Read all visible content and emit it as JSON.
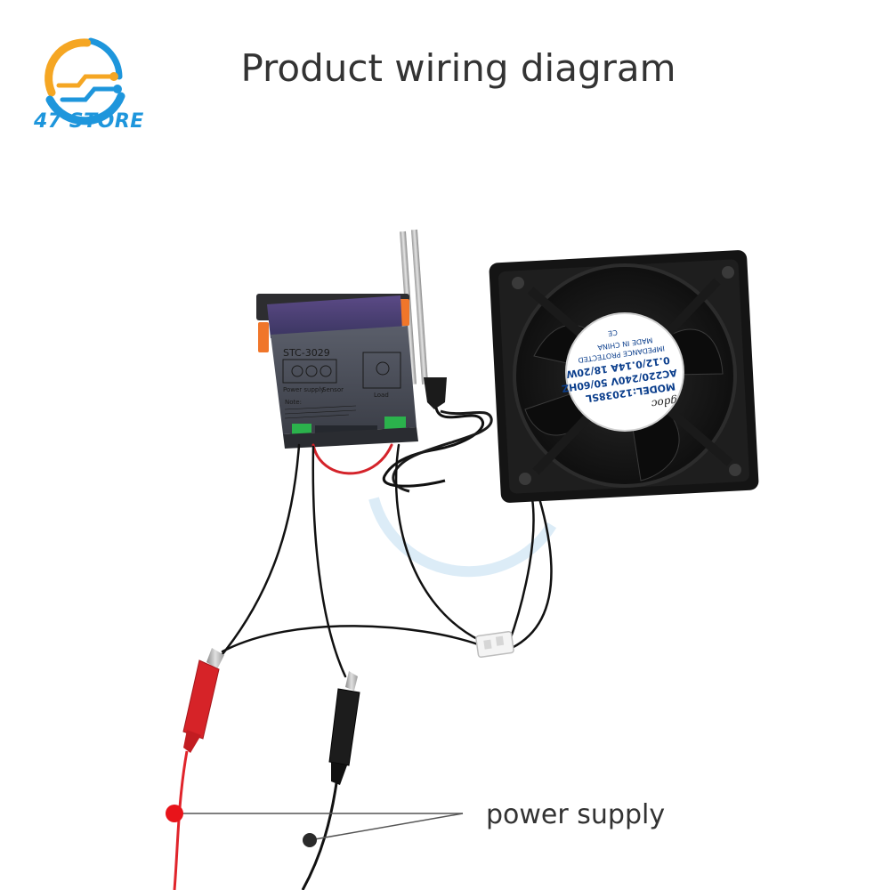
{
  "brand": {
    "name": "47 STORE",
    "colors": {
      "blue": "#1e96dc",
      "orange": "#f5a623"
    }
  },
  "title": "Product wiring diagram",
  "controller": {
    "model": "STC-3029",
    "labels": [
      "Power supply",
      "Sensor",
      "Load"
    ],
    "note": "Note:"
  },
  "fan": {
    "brand": "gdoc",
    "model": "MODEL:12038SL",
    "rating": "AC220/240V 50/60HZ",
    "current": "0.12/0.14A 18/20W",
    "protection": "IMPEDANCE PROTECTED",
    "origin": "MADE IN CHINA",
    "cert": "CE"
  },
  "annotation": {
    "label": "power supply",
    "marker_colors": {
      "positive": "#e8141a",
      "negative": "#2a2a2a"
    }
  }
}
